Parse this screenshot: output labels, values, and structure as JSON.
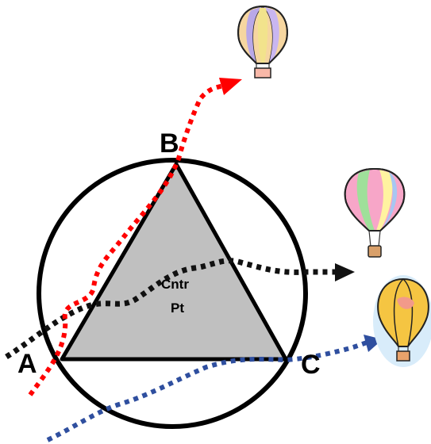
{
  "labels": {
    "vertex_a": "A",
    "vertex_b": "B",
    "vertex_c": "C",
    "center_line1": "Cntr",
    "center_line2": "Pt"
  },
  "colors": {
    "triangle_fill": "#c0c0c0",
    "outline": "#000000",
    "red_path": "#ff0000",
    "black_path": "#111111",
    "blue_path": "#2f4f9f",
    "glow": "#d8ecfa"
  },
  "icons": [
    "striped-hot-air-balloon-icon",
    "pastel-hot-air-balloon-icon",
    "yellow-hot-air-balloon-icon"
  ]
}
